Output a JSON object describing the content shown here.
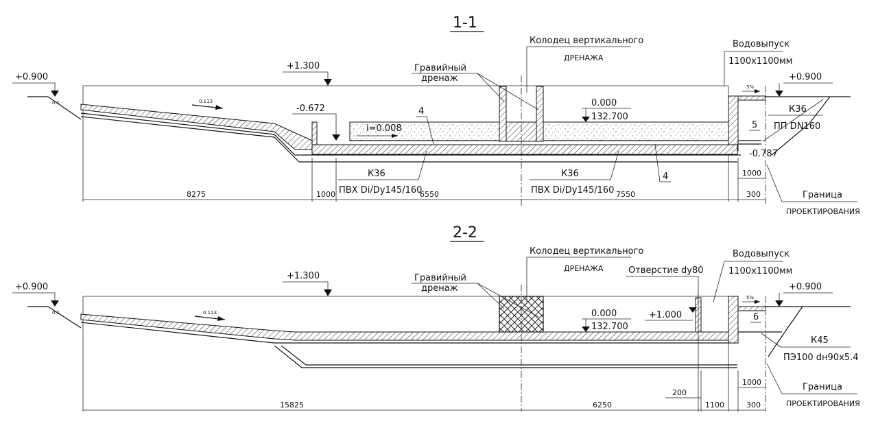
{
  "sections": [
    {
      "title": "1-1",
      "levels": {
        "left": "+0.900",
        "top": "+1.300",
        "bottom_left": "-0.672",
        "bottom_right": "-0.787",
        "right": "+0.900",
        "zero": "0.000",
        "abs": "132.700"
      },
      "slope_label": "0.113",
      "small_slope": "0.1",
      "gradient_label": "i=0.008",
      "well_label_1": "Колодец вертикального",
      "well_label_2": "ДРЕНАЖА",
      "gravel_label_1": "Гравийный",
      "gravel_label_2": "дренаж",
      "outlet_label_1": "Водовыпуск",
      "outlet_label_2": "1100х1100мм",
      "outlet_slope": "5%",
      "pipe_right_1": "К36",
      "pipe_right_2": "ПП DN160",
      "left_pipe_code": "К36",
      "left_pipe_desc": "ПВХ Di/Dy145/160",
      "right_pipe_code": "К36",
      "right_pipe_desc": "ПВХ Di/Dy145/160",
      "callout_4a": "4",
      "callout_4b": "4",
      "callout_5": "5",
      "boundary_1": "Граница",
      "boundary_2": "ПРОЕКТИРОВАНИЯ",
      "dims": [
        "8275",
        "1000",
        "6550",
        "7550",
        "300",
        "1000"
      ]
    },
    {
      "title": "2-2",
      "levels": {
        "left": "+0.900",
        "top": "+1.300",
        "right": "+0.900",
        "zero": "0.000",
        "abs": "132.700",
        "hole": "+1.000"
      },
      "slope_label": "0.113",
      "small_slope": "0.1",
      "well_label_1": "Колодец вертикального",
      "well_label_2": "ДРЕНАЖА",
      "gravel_label_1": "Гравийный",
      "gravel_label_2": "дренаж",
      "hole_label": "Отверстие dy80",
      "outlet_label_1": "Водовыпуск",
      "outlet_label_2": "1100х1100мм",
      "outlet_slope": "5%",
      "callout_6": "6",
      "pipe_right_1": "К45",
      "pipe_right_2": "ПЭ100 dн90х5.4",
      "boundary_1": "Граница",
      "boundary_2": "ПРОЕКТИРОВАНИЯ",
      "dims": [
        "15825",
        "6250",
        "200",
        "1100",
        "300",
        "1000"
      ]
    }
  ]
}
